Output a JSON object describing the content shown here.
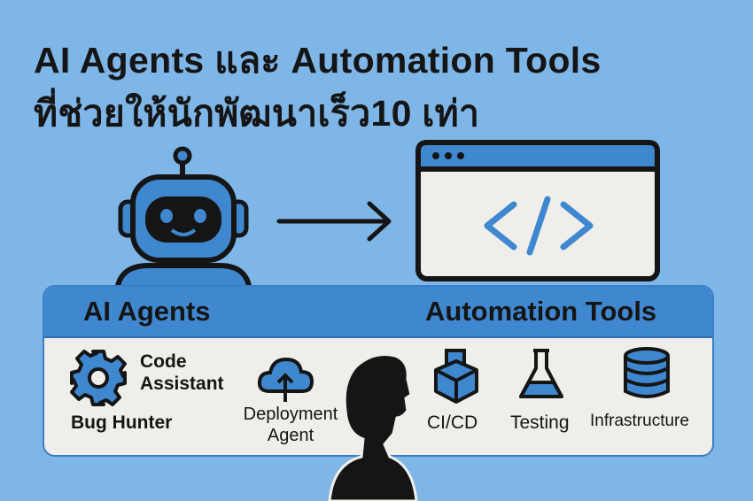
{
  "title": {
    "line1": "AI Agents และ Automation Tools",
    "line2": "ที่ช่วยให้นักพัฒนาเร็ว10 เท่า"
  },
  "panel": {
    "left_header": "AI Agents",
    "right_header": "Automation Tools",
    "items": [
      {
        "label": "Code Assistant",
        "icon": "gear-icon"
      },
      {
        "label": "Bug Hunter"
      },
      {
        "label": "Deployment Agent",
        "icon": "cloud-upload-icon"
      },
      {
        "label": "CI/CD",
        "icon": "cube-icon"
      },
      {
        "label": "Testing",
        "icon": "flask-icon"
      },
      {
        "label": "Infrastructure",
        "icon": "database-icon"
      }
    ]
  },
  "colors": {
    "background": "#7fb6e8",
    "accent": "#3f88d0",
    "panel": "#efeeea",
    "ink": "#151515"
  }
}
